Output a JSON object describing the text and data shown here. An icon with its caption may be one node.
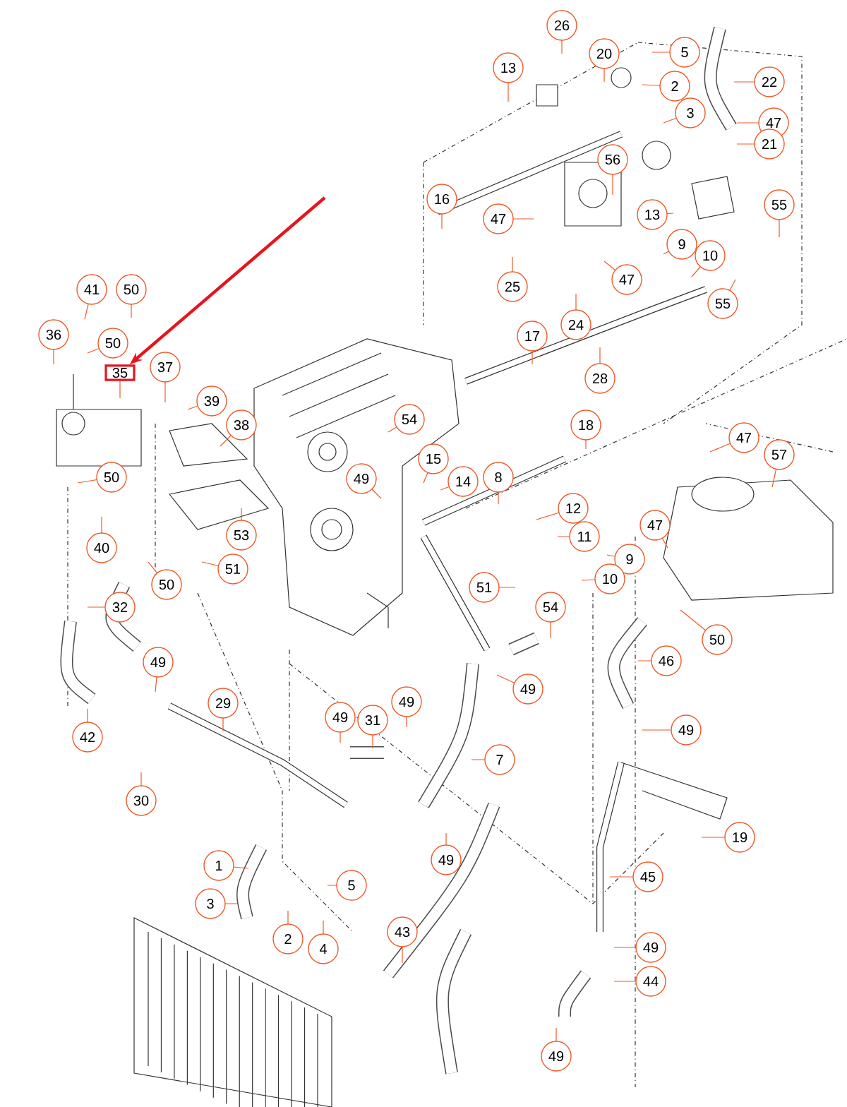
{
  "diagram": {
    "nodes": [
      {
        "text": [
          "26"
        ]
      },
      {
        "text": [
          "20"
        ]
      },
      {
        "text": [
          "5"
        ]
      },
      {
        "text": [
          "13"
        ]
      },
      {
        "text": [
          "2"
        ]
      },
      {
        "text": [
          "22"
        ]
      },
      {
        "text": [
          "3"
        ]
      },
      {
        "text": [
          "47"
        ]
      },
      {
        "text": [
          "21"
        ]
      },
      {
        "text": [
          "56"
        ]
      },
      {
        "text": [
          "16"
        ]
      },
      {
        "text": [
          "55"
        ]
      },
      {
        "text": [
          "47"
        ]
      },
      {
        "text": [
          "13"
        ]
      },
      {
        "text": [
          "9"
        ]
      },
      {
        "text": [
          "10"
        ]
      },
      {
        "text": [
          "25"
        ]
      },
      {
        "text": [
          "47"
        ]
      },
      {
        "text": [
          "55"
        ]
      },
      {
        "text": [
          "41"
        ]
      },
      {
        "text": [
          "50"
        ]
      },
      {
        "text": [
          "24"
        ]
      },
      {
        "text": [
          "17"
        ]
      },
      {
        "text": [
          "36"
        ]
      },
      {
        "text": [
          "50"
        ]
      },
      {
        "text": [
          "35"
        ]
      },
      {
        "text": [
          "37"
        ]
      },
      {
        "text": [
          "28"
        ]
      },
      {
        "text": [
          "39"
        ]
      },
      {
        "text": [
          "38"
        ]
      },
      {
        "text": [
          "54"
        ]
      },
      {
        "text": [
          "18"
        ]
      },
      {
        "text": [
          "47"
        ]
      },
      {
        "text": [
          "57"
        ]
      },
      {
        "text": [
          "15"
        ]
      },
      {
        "text": [
          "50"
        ]
      },
      {
        "text": [
          "49"
        ]
      },
      {
        "text": [
          "14"
        ]
      },
      {
        "text": [
          "8"
        ]
      },
      {
        "text": [
          "12"
        ]
      },
      {
        "text": [
          "11"
        ]
      },
      {
        "text": [
          "53"
        ]
      },
      {
        "text": [
          "40"
        ]
      },
      {
        "text": [
          "47"
        ]
      },
      {
        "text": [
          "9"
        ]
      },
      {
        "text": [
          "51"
        ]
      },
      {
        "text": [
          "10"
        ]
      },
      {
        "text": [
          "50"
        ]
      },
      {
        "text": [
          "51"
        ]
      },
      {
        "text": [
          "32"
        ]
      },
      {
        "text": [
          "54"
        ]
      },
      {
        "text": [
          "50"
        ]
      },
      {
        "text": [
          "46"
        ]
      },
      {
        "text": [
          "49"
        ]
      },
      {
        "text": [
          "49"
        ]
      },
      {
        "text": [
          "29"
        ]
      },
      {
        "text": [
          "49"
        ]
      },
      {
        "text": [
          "49"
        ]
      },
      {
        "text": [
          "31"
        ]
      },
      {
        "text": [
          "49"
        ]
      },
      {
        "text": [
          "42"
        ]
      },
      {
        "text": [
          "7"
        ]
      },
      {
        "text": [
          "30"
        ]
      },
      {
        "text": [
          "19"
        ]
      },
      {
        "text": [
          "49"
        ]
      },
      {
        "text": [
          "1"
        ]
      },
      {
        "text": [
          "45"
        ]
      },
      {
        "text": [
          "5"
        ]
      },
      {
        "text": [
          "3"
        ]
      },
      {
        "text": [
          "43"
        ]
      },
      {
        "text": [
          "2"
        ]
      },
      {
        "text": [
          "49"
        ]
      },
      {
        "text": [
          "4"
        ]
      },
      {
        "text": [
          "44"
        ]
      },
      {
        "text": [
          "49"
        ]
      }
    ],
    "edges": [
      {
        "from": 0,
        "to": null,
        "arrow": "none"
      },
      {
        "from": 1,
        "to": null,
        "arrow": "none"
      },
      {
        "from": 2,
        "to": null,
        "arrow": "none"
      },
      {
        "from": 3,
        "to": null,
        "arrow": "none"
      },
      {
        "from": 4,
        "to": null,
        "arrow": "none"
      },
      {
        "from": 5,
        "to": null,
        "arrow": "none"
      },
      {
        "from": 6,
        "to": null,
        "arrow": "none"
      },
      {
        "from": 7,
        "to": null,
        "arrow": "none"
      },
      {
        "from": 8,
        "to": null,
        "arrow": "none"
      },
      {
        "from": 9,
        "to": null,
        "arrow": "none"
      },
      {
        "from": 10,
        "to": null,
        "arrow": "none"
      },
      {
        "from": 11,
        "to": null,
        "arrow": "none"
      },
      {
        "from": 12,
        "to": null,
        "arrow": "none"
      },
      {
        "from": 13,
        "to": null,
        "arrow": "none"
      },
      {
        "from": 14,
        "to": null,
        "arrow": "none"
      },
      {
        "from": 15,
        "to": null,
        "arrow": "none"
      },
      {
        "from": 16,
        "to": null,
        "arrow": "none"
      },
      {
        "from": 17,
        "to": null,
        "arrow": "none"
      },
      {
        "from": 18,
        "to": null,
        "arrow": "none"
      },
      {
        "from": 19,
        "to": null,
        "arrow": "none"
      },
      {
        "from": 20,
        "to": null,
        "arrow": "none"
      },
      {
        "from": 21,
        "to": null,
        "arrow": "none"
      },
      {
        "from": 22,
        "to": null,
        "arrow": "none"
      },
      {
        "from": 23,
        "to": null,
        "arrow": "none"
      },
      {
        "from": 24,
        "to": null,
        "arrow": "none"
      },
      {
        "from": 25,
        "to": null,
        "arrow": "none"
      },
      {
        "from": 26,
        "to": null,
        "arrow": "none"
      },
      {
        "from": 27,
        "to": null,
        "arrow": "none"
      },
      {
        "from": 28,
        "to": null,
        "arrow": "none"
      },
      {
        "from": 29,
        "to": null,
        "arrow": "none"
      },
      {
        "from": 30,
        "to": null,
        "arrow": "none"
      },
      {
        "from": 31,
        "to": null,
        "arrow": "none"
      },
      {
        "from": 32,
        "to": null,
        "arrow": "none"
      },
      {
        "from": 33,
        "to": null,
        "arrow": "none"
      },
      {
        "from": 34,
        "to": null,
        "arrow": "none"
      },
      {
        "from": 35,
        "to": null,
        "arrow": "none"
      },
      {
        "from": 36,
        "to": null,
        "arrow": "none"
      },
      {
        "from": 37,
        "to": null,
        "arrow": "none"
      },
      {
        "from": 38,
        "to": null,
        "arrow": "none"
      },
      {
        "from": 39,
        "to": null,
        "arrow": "none"
      },
      {
        "from": 40,
        "to": null,
        "arrow": "none"
      },
      {
        "from": 41,
        "to": null,
        "arrow": "none"
      },
      {
        "from": 42,
        "to": null,
        "arrow": "none"
      },
      {
        "from": 43,
        "to": null,
        "arrow": "none"
      },
      {
        "from": 44,
        "to": null,
        "arrow": "none"
      },
      {
        "from": 45,
        "to": null,
        "arrow": "none"
      },
      {
        "from": 46,
        "to": null,
        "arrow": "none"
      },
      {
        "from": 47,
        "to": null,
        "arrow": "none"
      },
      {
        "from": 48,
        "to": null,
        "arrow": "none"
      },
      {
        "from": 49,
        "to": null,
        "arrow": "none"
      },
      {
        "from": 50,
        "to": null,
        "arrow": "none"
      },
      {
        "from": 51,
        "to": null,
        "arrow": "none"
      },
      {
        "from": 52,
        "to": null,
        "arrow": "none"
      },
      {
        "from": 53,
        "to": null,
        "arrow": "none"
      },
      {
        "from": 54,
        "to": null,
        "arrow": "none"
      },
      {
        "from": 55,
        "to": null,
        "arrow": "none"
      },
      {
        "from": 56,
        "to": null,
        "arrow": "none"
      },
      {
        "from": 57,
        "to": null,
        "arrow": "none"
      },
      {
        "from": 58,
        "to": null,
        "arrow": "none"
      },
      {
        "from": 59,
        "to": null,
        "arrow": "none"
      },
      {
        "from": 60,
        "to": null,
        "arrow": "none"
      },
      {
        "from": 61,
        "to": null,
        "arrow": "none"
      },
      {
        "from": 62,
        "to": null,
        "arrow": "none"
      },
      {
        "from": 63,
        "to": null,
        "arrow": "none"
      },
      {
        "from": 64,
        "to": null,
        "arrow": "none"
      },
      {
        "from": 65,
        "to": null,
        "arrow": "none"
      },
      {
        "from": 66,
        "to": null,
        "arrow": "none"
      },
      {
        "from": 67,
        "to": null,
        "arrow": "none"
      },
      {
        "from": 68,
        "to": null,
        "arrow": "none"
      },
      {
        "from": 69,
        "to": null,
        "arrow": "none"
      },
      {
        "from": 70,
        "to": null,
        "arrow": "none"
      },
      {
        "from": 71,
        "to": null,
        "arrow": "none"
      },
      {
        "from": 72,
        "to": null,
        "arrow": "none"
      },
      {
        "from": 73,
        "to": null,
        "arrow": "none"
      },
      {
        "from": 74,
        "to": null,
        "arrow": "none"
      },
      {
        "from": null,
        "to": 25,
        "arrow": "to",
        "style": "thick",
        "color": "#e8141c"
      }
    ]
  }
}
